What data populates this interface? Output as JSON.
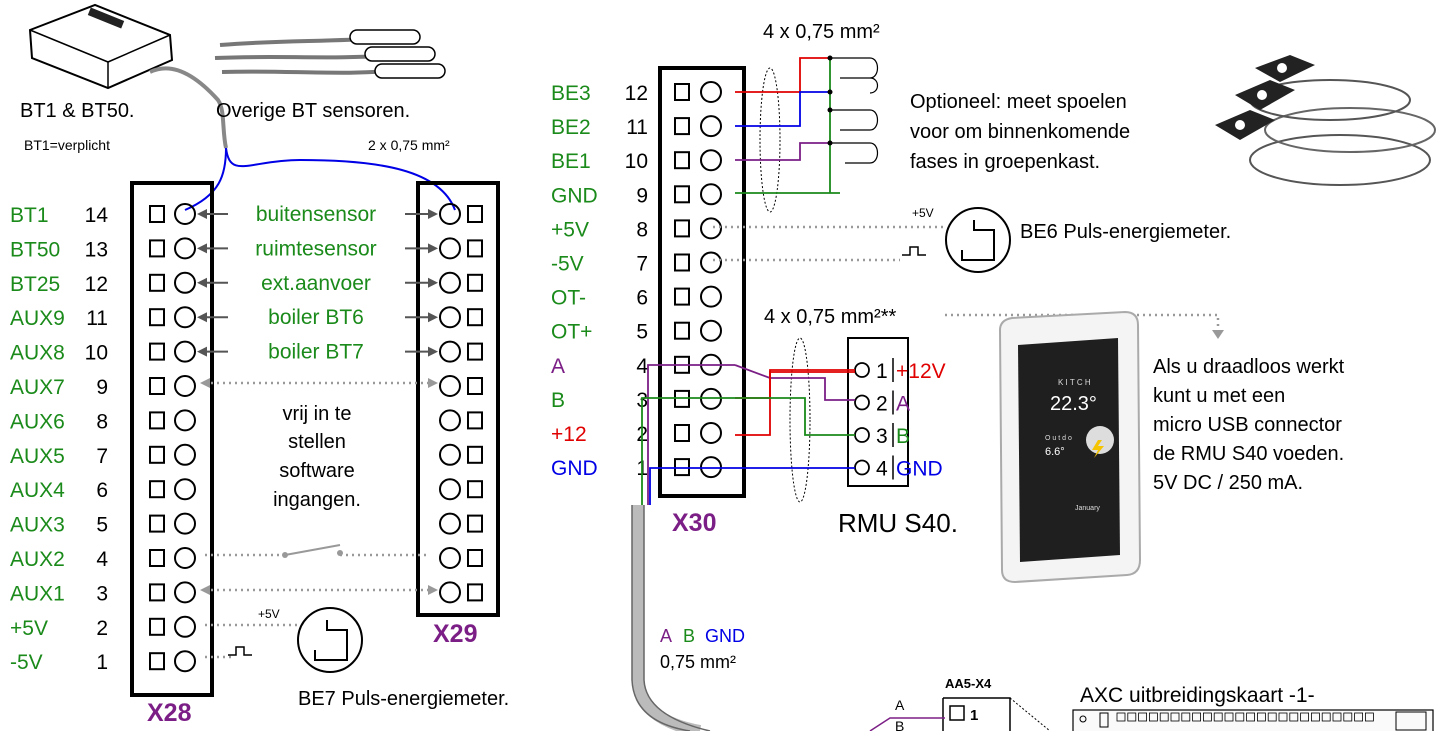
{
  "sensors": {
    "bt1_bt50_label": "BT1 & BT50.",
    "other_label": "Overige BT sensoren.",
    "required_note": "BT1=verplicht",
    "cable_x28_x29": "2 x 0,75 mm²"
  },
  "x28": {
    "title": "X28",
    "rows": [
      {
        "name": "BT1",
        "num": "14",
        "color": "green"
      },
      {
        "name": "BT50",
        "num": "13",
        "color": "green"
      },
      {
        "name": "BT25",
        "num": "12",
        "color": "green"
      },
      {
        "name": "AUX9",
        "num": "11",
        "color": "green"
      },
      {
        "name": "AUX8",
        "num": "10",
        "color": "green"
      },
      {
        "name": "AUX7",
        "num": "9",
        "color": "green"
      },
      {
        "name": "AUX6",
        "num": "8",
        "color": "green"
      },
      {
        "name": "AUX5",
        "num": "7",
        "color": "green"
      },
      {
        "name": "AUX4",
        "num": "6",
        "color": "green"
      },
      {
        "name": "AUX3",
        "num": "5",
        "color": "green"
      },
      {
        "name": "AUX2",
        "num": "4",
        "color": "green"
      },
      {
        "name": "AUX1",
        "num": "3",
        "color": "green"
      },
      {
        "name": "+5V",
        "num": "2",
        "color": "green"
      },
      {
        "name": "-5V",
        "num": "1",
        "color": "green"
      }
    ]
  },
  "x29": {
    "title": "X29"
  },
  "links": [
    "buitensensor",
    "ruimtesensor",
    "ext.aanvoer",
    "boiler BT6",
    "boiler BT7"
  ],
  "free_inputs": [
    "vrij in te",
    "stellen",
    "software",
    "ingangen."
  ],
  "be7": {
    "label": "BE7 Puls-energiemeter.",
    "voltage": "+5V"
  },
  "x30": {
    "title": "X30",
    "cable_top": "4 x 0,75 mm²",
    "rows": [
      {
        "name": "BE3",
        "num": "12",
        "color": "green"
      },
      {
        "name": "BE2",
        "num": "11",
        "color": "green"
      },
      {
        "name": "BE1",
        "num": "10",
        "color": "green"
      },
      {
        "name": "GND",
        "num": "9",
        "color": "green"
      },
      {
        "name": "+5V",
        "num": "8",
        "color": "green"
      },
      {
        "name": "-5V",
        "num": "7",
        "color": "green"
      },
      {
        "name": "OT-",
        "num": "6",
        "color": "green"
      },
      {
        "name": "OT+",
        "num": "5",
        "color": "green"
      },
      {
        "name": "A",
        "num": "4",
        "color": "purple"
      },
      {
        "name": "B",
        "num": "3",
        "color": "green"
      },
      {
        "name": "+12",
        "num": "2",
        "color": "red"
      },
      {
        "name": "GND",
        "num": "1",
        "color": "blue"
      }
    ]
  },
  "coils_note": [
    "Optioneel: meet spoelen",
    "voor om binnenkomende",
    "fases in groepenkast."
  ],
  "be6": {
    "label": "BE6 Puls-energiemeter.",
    "voltage": "+5V"
  },
  "rmu": {
    "cable": "4 x 0,75 mm²**",
    "title": "RMU S40.",
    "pins": [
      {
        "num": "1",
        "name": "+12V",
        "color": "red"
      },
      {
        "num": "2",
        "name": "A",
        "color": "purple"
      },
      {
        "num": "3",
        "name": "B",
        "color": "green"
      },
      {
        "num": "4",
        "name": "GND",
        "color": "blue"
      }
    ],
    "device_room": "K I T C H",
    "device_temp": "22.3°",
    "device_out_label": "O u t d o",
    "device_out_temp": "6.6°",
    "device_date": "January",
    "note": [
      "Als u draadloos werkt",
      "kunt u met een",
      "micro USB connector",
      "de  RMU S40 voeden.",
      "5V DC / 250 mA."
    ]
  },
  "bus_cable": {
    "a": "A",
    "b": "B",
    "gnd": "GND",
    "size": "0,75 mm²"
  },
  "aa5": {
    "title": "AA5-X4",
    "pin1": "1",
    "a": "A",
    "b": "B"
  },
  "axc": {
    "title": "AXC uitbreidingskaart -1-"
  },
  "colors": {
    "green": "#1a8a1a",
    "purple": "#7b1f86",
    "red": "#e00000",
    "blue": "#0000e6",
    "grey": "#999999"
  }
}
